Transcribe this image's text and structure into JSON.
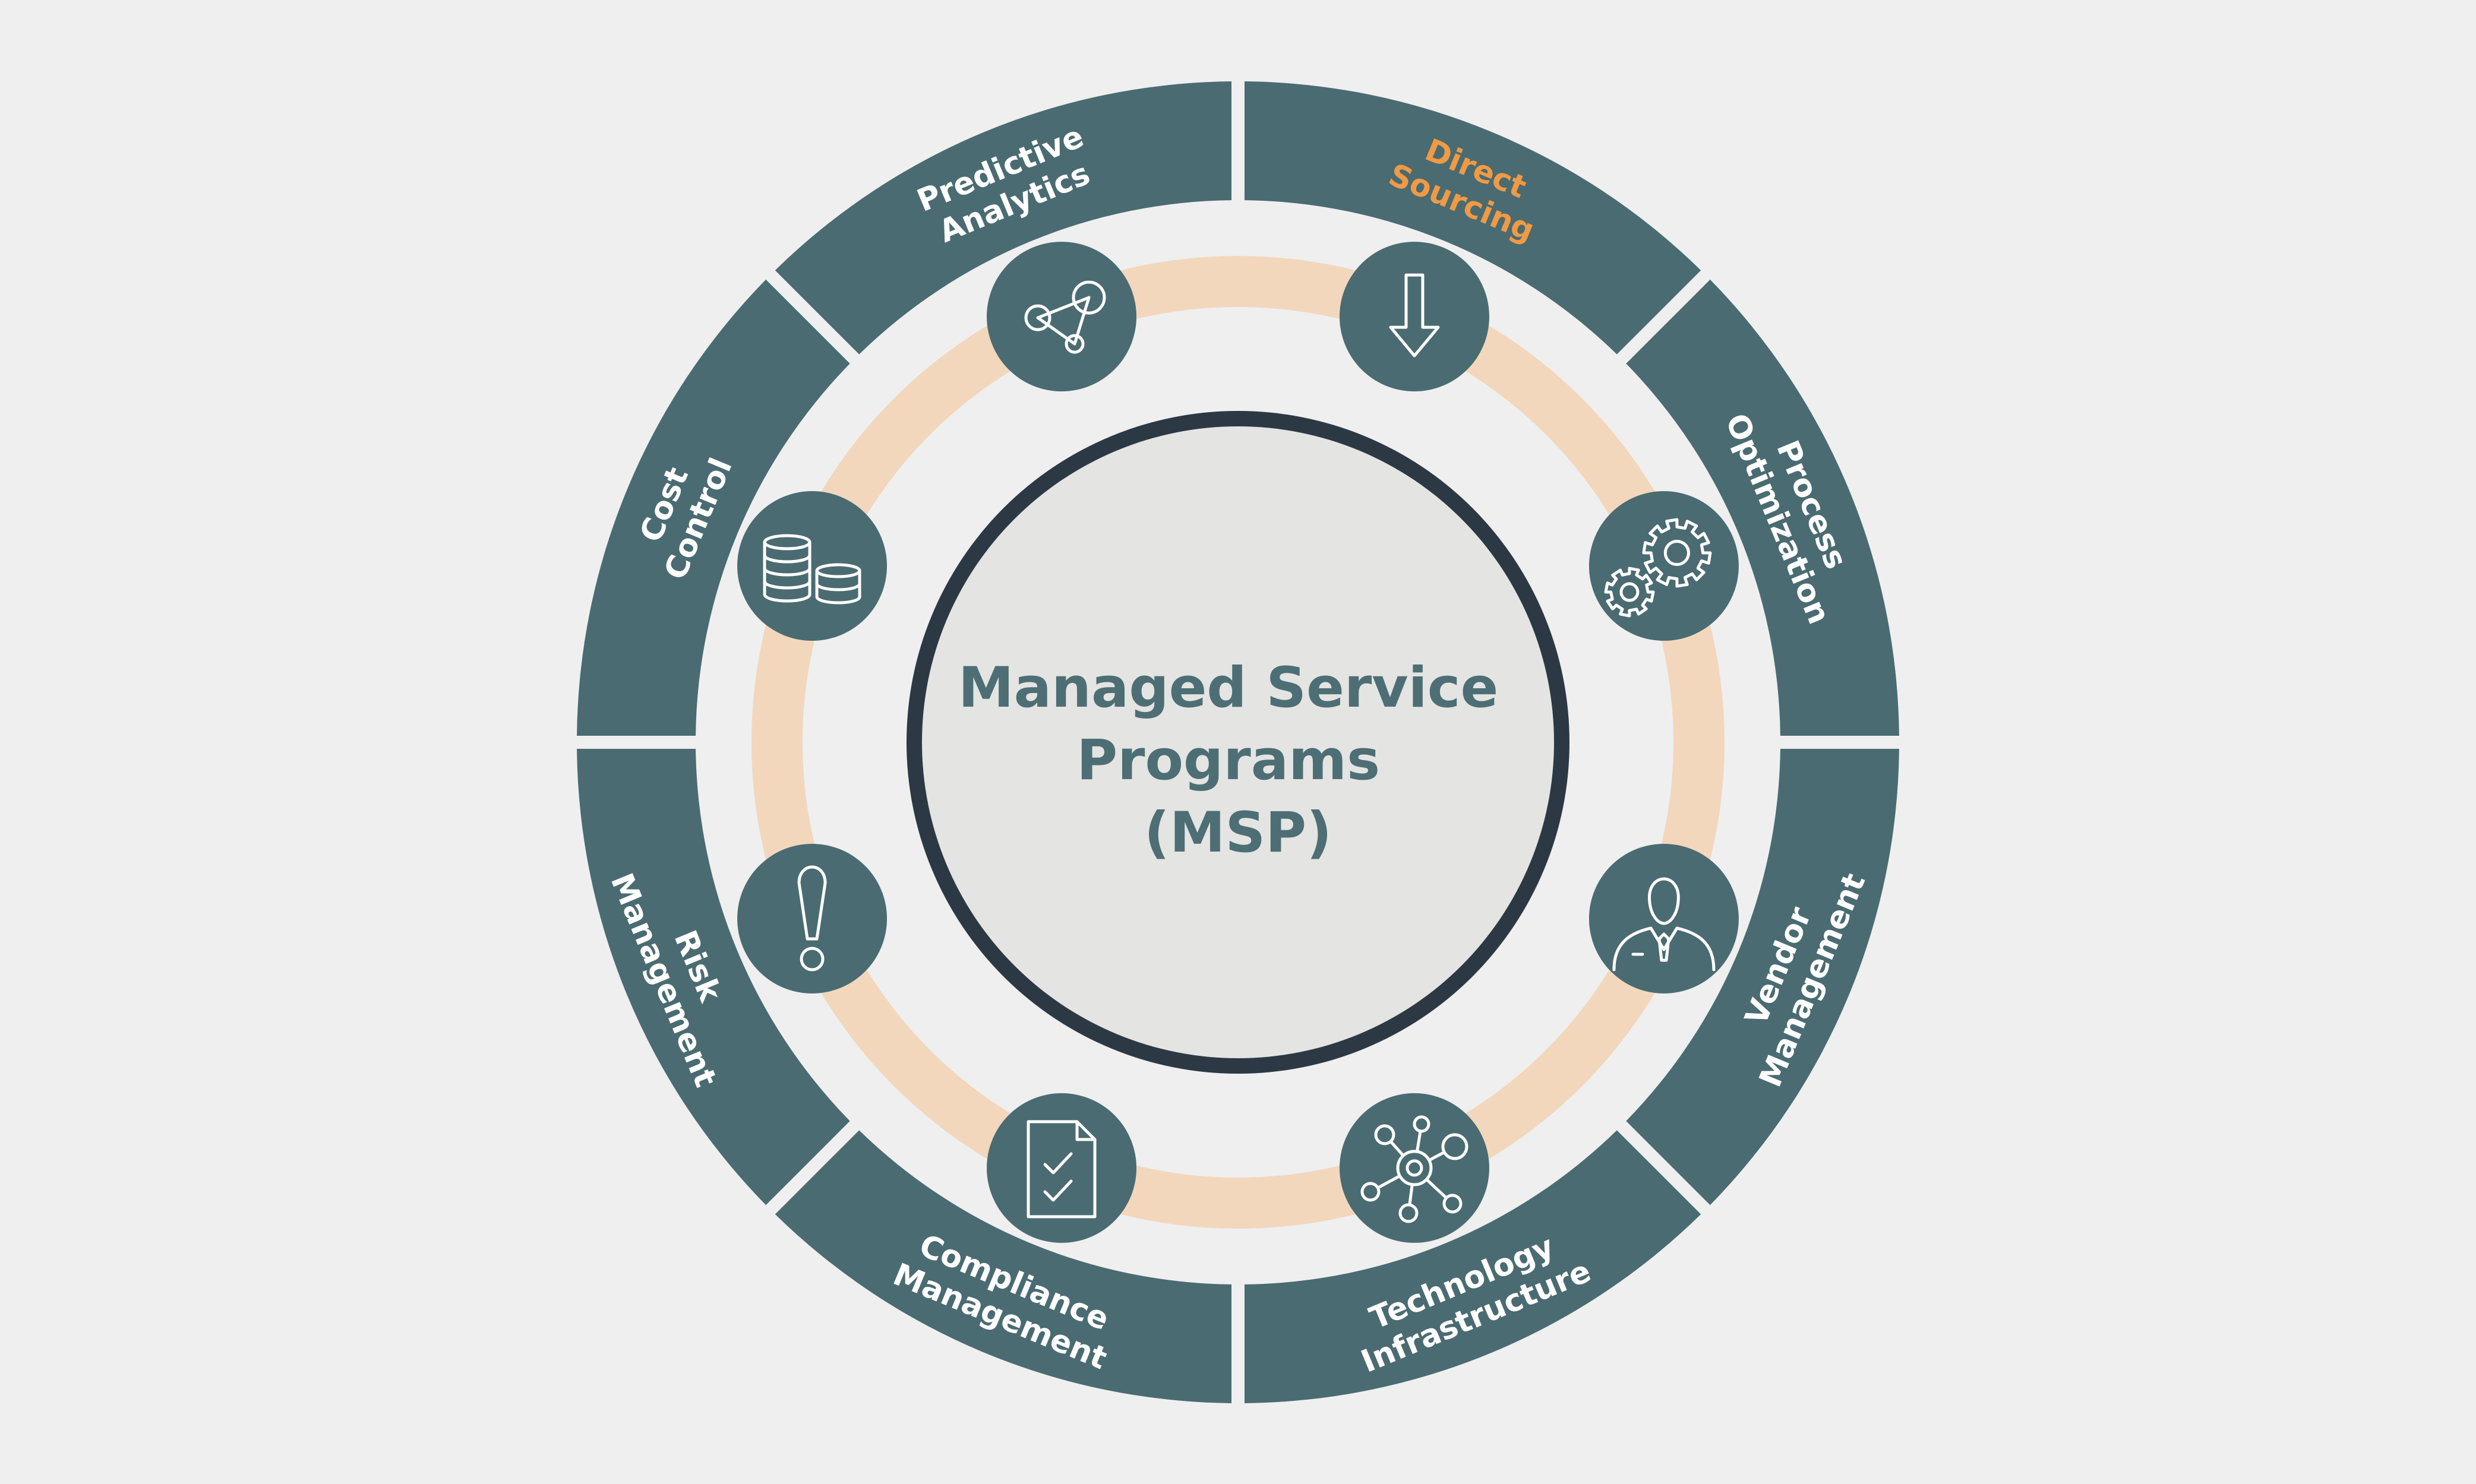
{
  "center": {
    "lines": [
      "Managed Service",
      "Programs",
      "(MSP)"
    ]
  },
  "segments": [
    {
      "id": "predictive-analytics",
      "lines": [
        "Predictive",
        "Analytics"
      ],
      "highlight": false,
      "icon": "network-nodes-icon"
    },
    {
      "id": "direct-sourcing",
      "lines": [
        "Direct",
        "Sourcing"
      ],
      "highlight": true,
      "icon": "down-arrow-icon"
    },
    {
      "id": "process-optimization",
      "lines": [
        "Process",
        "Optimization"
      ],
      "highlight": false,
      "icon": "gears-icon"
    },
    {
      "id": "vendor-management",
      "lines": [
        "Vendor",
        "Management"
      ],
      "highlight": false,
      "icon": "person-icon"
    },
    {
      "id": "technology-infrastructure",
      "lines": [
        "Technology",
        "Infrastructure"
      ],
      "highlight": false,
      "icon": "hub-icon"
    },
    {
      "id": "compliance-management",
      "lines": [
        "Compliance",
        "Management"
      ],
      "highlight": false,
      "icon": "checklist-document-icon"
    },
    {
      "id": "risk-management",
      "lines": [
        "Risk",
        "Management"
      ],
      "highlight": false,
      "icon": "exclamation-icon"
    },
    {
      "id": "cost-control",
      "lines": [
        "Cost",
        "Control"
      ],
      "highlight": false,
      "icon": "coins-icon"
    }
  ],
  "colors": {
    "background": "#efefef",
    "segment": "#4a6b71",
    "segment_text": "#ffffff",
    "highlight_text": "#ef9a45",
    "orange_ring": "#f2d7bd",
    "icon_circle": "#4a6b71",
    "center_fill": "#e4e4e2",
    "center_ring": "#2c3944",
    "center_text": "#4d6e74"
  }
}
